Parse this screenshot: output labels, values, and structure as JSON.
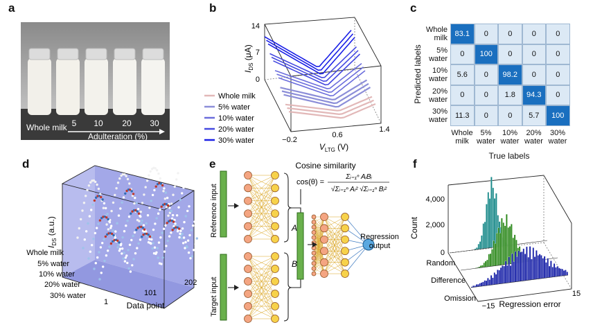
{
  "panels": {
    "a": "a",
    "b": "b",
    "c": "c",
    "d": "d",
    "e": "e",
    "f": "f"
  },
  "panel_a": {
    "tick_labels": [
      "5",
      "10",
      "20",
      "30"
    ],
    "whole_milk": "Whole milk",
    "adulteration": "Adulteration (%)"
  },
  "panel_b": {
    "y_axis": "I",
    "y_sub": "DS",
    "y_unit": " (μA)",
    "x_axis": "V",
    "x_sub": "LTG",
    "x_unit": " (V)",
    "y_ticks": [
      "14",
      "7",
      "0"
    ],
    "x_ticks": [
      "−0.2",
      "0.6",
      "1.4"
    ],
    "legend": [
      "Whole milk",
      "5% water",
      "10% water",
      "20% water",
      "30% water"
    ],
    "colors": [
      "#e2b8b8",
      "#8c8ed8",
      "#6a6cdc",
      "#4448e0",
      "#1a1fe6"
    ]
  },
  "panel_c": {
    "row_labels": [
      [
        "Whole",
        "milk"
      ],
      [
        "5%",
        "water"
      ],
      [
        "10%",
        "water"
      ],
      [
        "20%",
        "water"
      ],
      [
        "30%",
        "water"
      ]
    ],
    "col_labels": [
      [
        "Whole",
        "milk"
      ],
      [
        "5%",
        "water"
      ],
      [
        "10%",
        "water"
      ],
      [
        "20%",
        "water"
      ],
      [
        "30%",
        "water"
      ]
    ],
    "matrix": [
      [
        "83.1",
        "0",
        "0",
        "0",
        "0"
      ],
      [
        "0",
        "100",
        "0",
        "0",
        "0"
      ],
      [
        "5.6",
        "0",
        "98.2",
        "0",
        "0"
      ],
      [
        "0",
        "0",
        "1.8",
        "94.3",
        "0"
      ],
      [
        "11.3",
        "0",
        "0",
        "5.7",
        "100"
      ]
    ],
    "ylabel": "Predicted labels",
    "xlabel": "True labels",
    "diag_color": "#1a6fbf",
    "off_color": "#dce9f5"
  },
  "panel_d": {
    "y_axis": "I",
    "y_sub": "DS",
    "y_unit": " (a.u.)",
    "categories": [
      "Whole milk",
      "5% water",
      "10% water",
      "20% water",
      "30% water"
    ],
    "x_ticks": [
      "1",
      "101",
      "202"
    ],
    "x_axis": "Data point",
    "bg_color": "#a3a8e8"
  },
  "panel_e": {
    "title": "Cosine similarity",
    "formula_lhs": "cos(θ) =",
    "numerator": "Σᵢ₌₁ⁿ AᵢBᵢ",
    "denominator": "√Σᵢ₌₁ⁿ Aᵢ² √Σᵢ₌₁ⁿ Bᵢ²",
    "reference_input": "Reference input",
    "target_input": "Target input",
    "label_a": "A",
    "label_b": "B",
    "regression_output": [
      "Regression",
      "output"
    ]
  },
  "panel_f": {
    "y_axis": "Count",
    "y_ticks": [
      "4,000",
      "2,000",
      "0"
    ],
    "categories": [
      "Random",
      "Difference",
      "Omission"
    ],
    "x_ticks": [
      "−15",
      "15"
    ],
    "x_axis": "Regression error",
    "colors": [
      "#1a8a8a",
      "#2f8a1e",
      "#1a23a8"
    ]
  }
}
